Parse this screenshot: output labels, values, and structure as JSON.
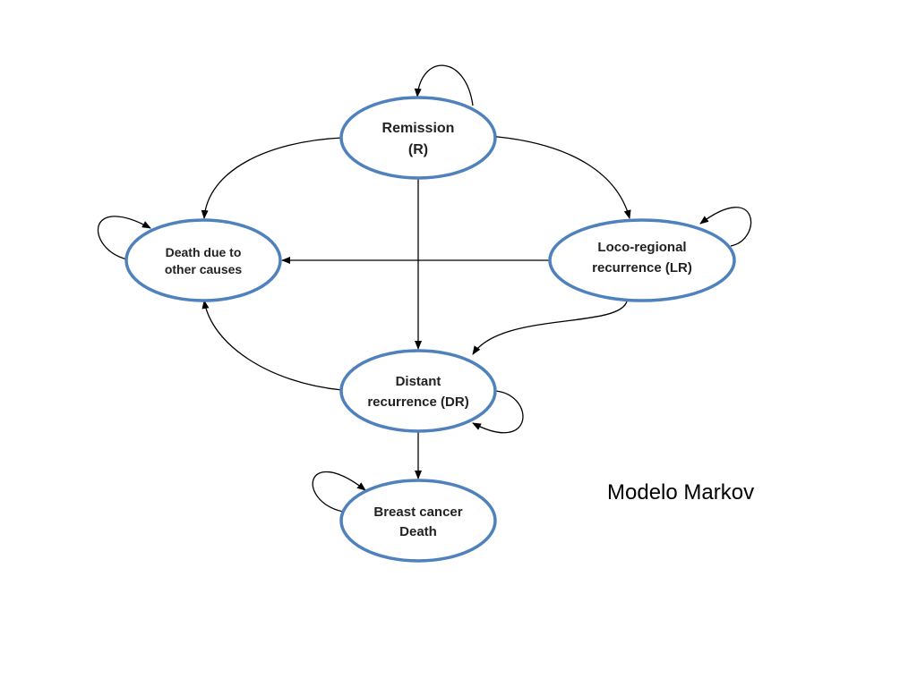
{
  "diagram": {
    "nodes": [
      {
        "id": "R",
        "lines": [
          "Remission",
          "(R)"
        ]
      },
      {
        "id": "LR",
        "lines": [
          "Loco-regional",
          "recurrence (LR)"
        ]
      },
      {
        "id": "DOC",
        "lines": [
          "Death due to",
          "other causes"
        ]
      },
      {
        "id": "DR",
        "lines": [
          "Distant",
          "recurrence (DR)"
        ]
      },
      {
        "id": "BCD",
        "lines": [
          "Breast cancer",
          "Death"
        ]
      }
    ]
  },
  "caption": "Modelo Markov",
  "colors": {
    "node_border": "#4f81bd",
    "edge": "#000000"
  }
}
